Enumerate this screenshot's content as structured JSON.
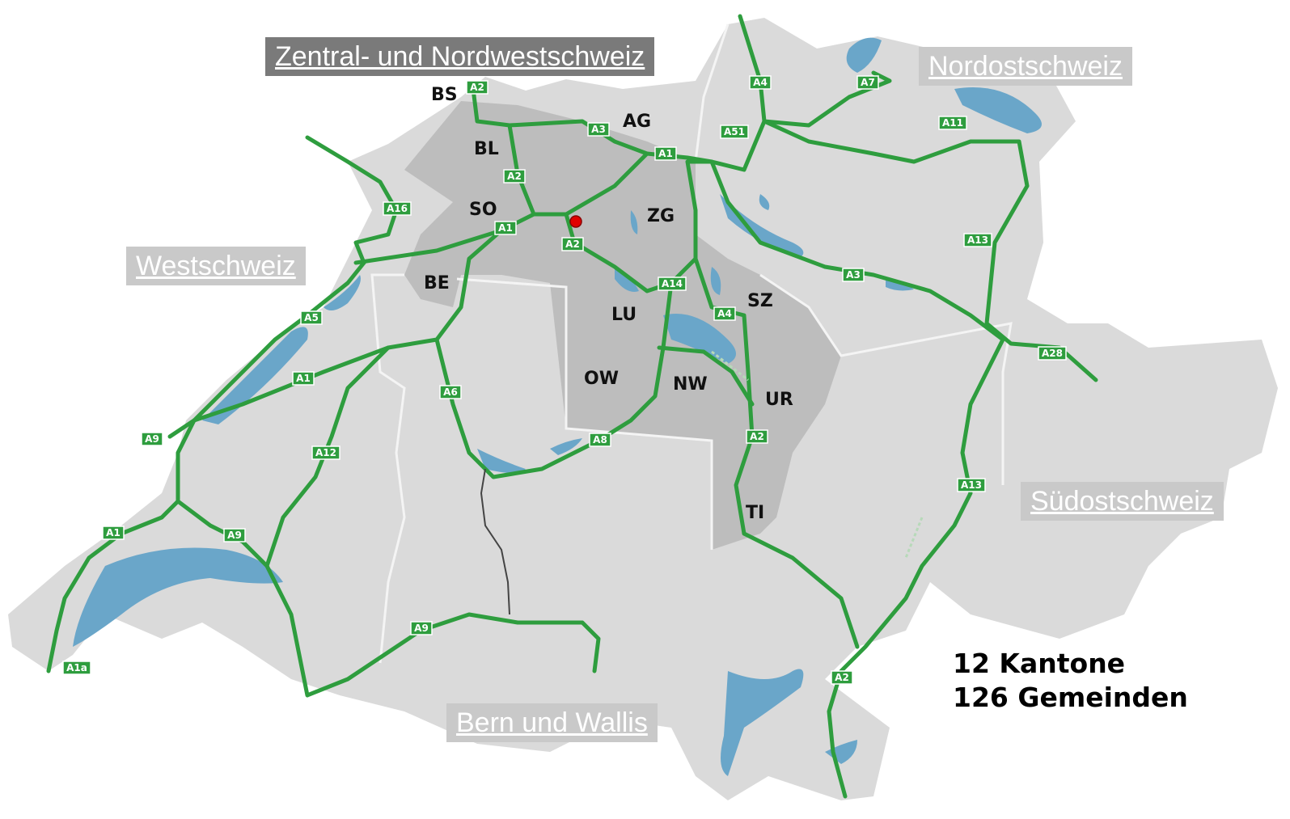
{
  "map": {
    "regions": [
      {
        "id": "zentral",
        "label": "Zentral- und Nordwestschweiz"
      },
      {
        "id": "nordost",
        "label": "Nordostschweiz"
      },
      {
        "id": "west",
        "label": "Westschweiz"
      },
      {
        "id": "suedost",
        "label": "Südostschweiz"
      },
      {
        "id": "bern",
        "label": "Bern und Wallis"
      }
    ],
    "cantons": [
      "BS",
      "BL",
      "AG",
      "SO",
      "ZG",
      "BE",
      "LU",
      "SZ",
      "OW",
      "NW",
      "UR",
      "TI"
    ],
    "highways": [
      "A2",
      "A3",
      "A1",
      "A51",
      "A4",
      "A7",
      "A11",
      "A16",
      "A2",
      "A1",
      "A2",
      "A14",
      "A4",
      "A5",
      "A3",
      "A13",
      "A28",
      "A1",
      "A6",
      "A9",
      "A12",
      "A8",
      "A2",
      "A13",
      "A1",
      "A9",
      "A9",
      "A1a",
      "A2"
    ],
    "colors": {
      "highway": "#2e9d3e",
      "lake": "#6aa6c9",
      "land": "#dadada",
      "region_highlight": "#bdbdbd"
    }
  },
  "summary": {
    "cantons_count": "12 Kantone",
    "municipalities_count": "126 Gemeinden"
  }
}
